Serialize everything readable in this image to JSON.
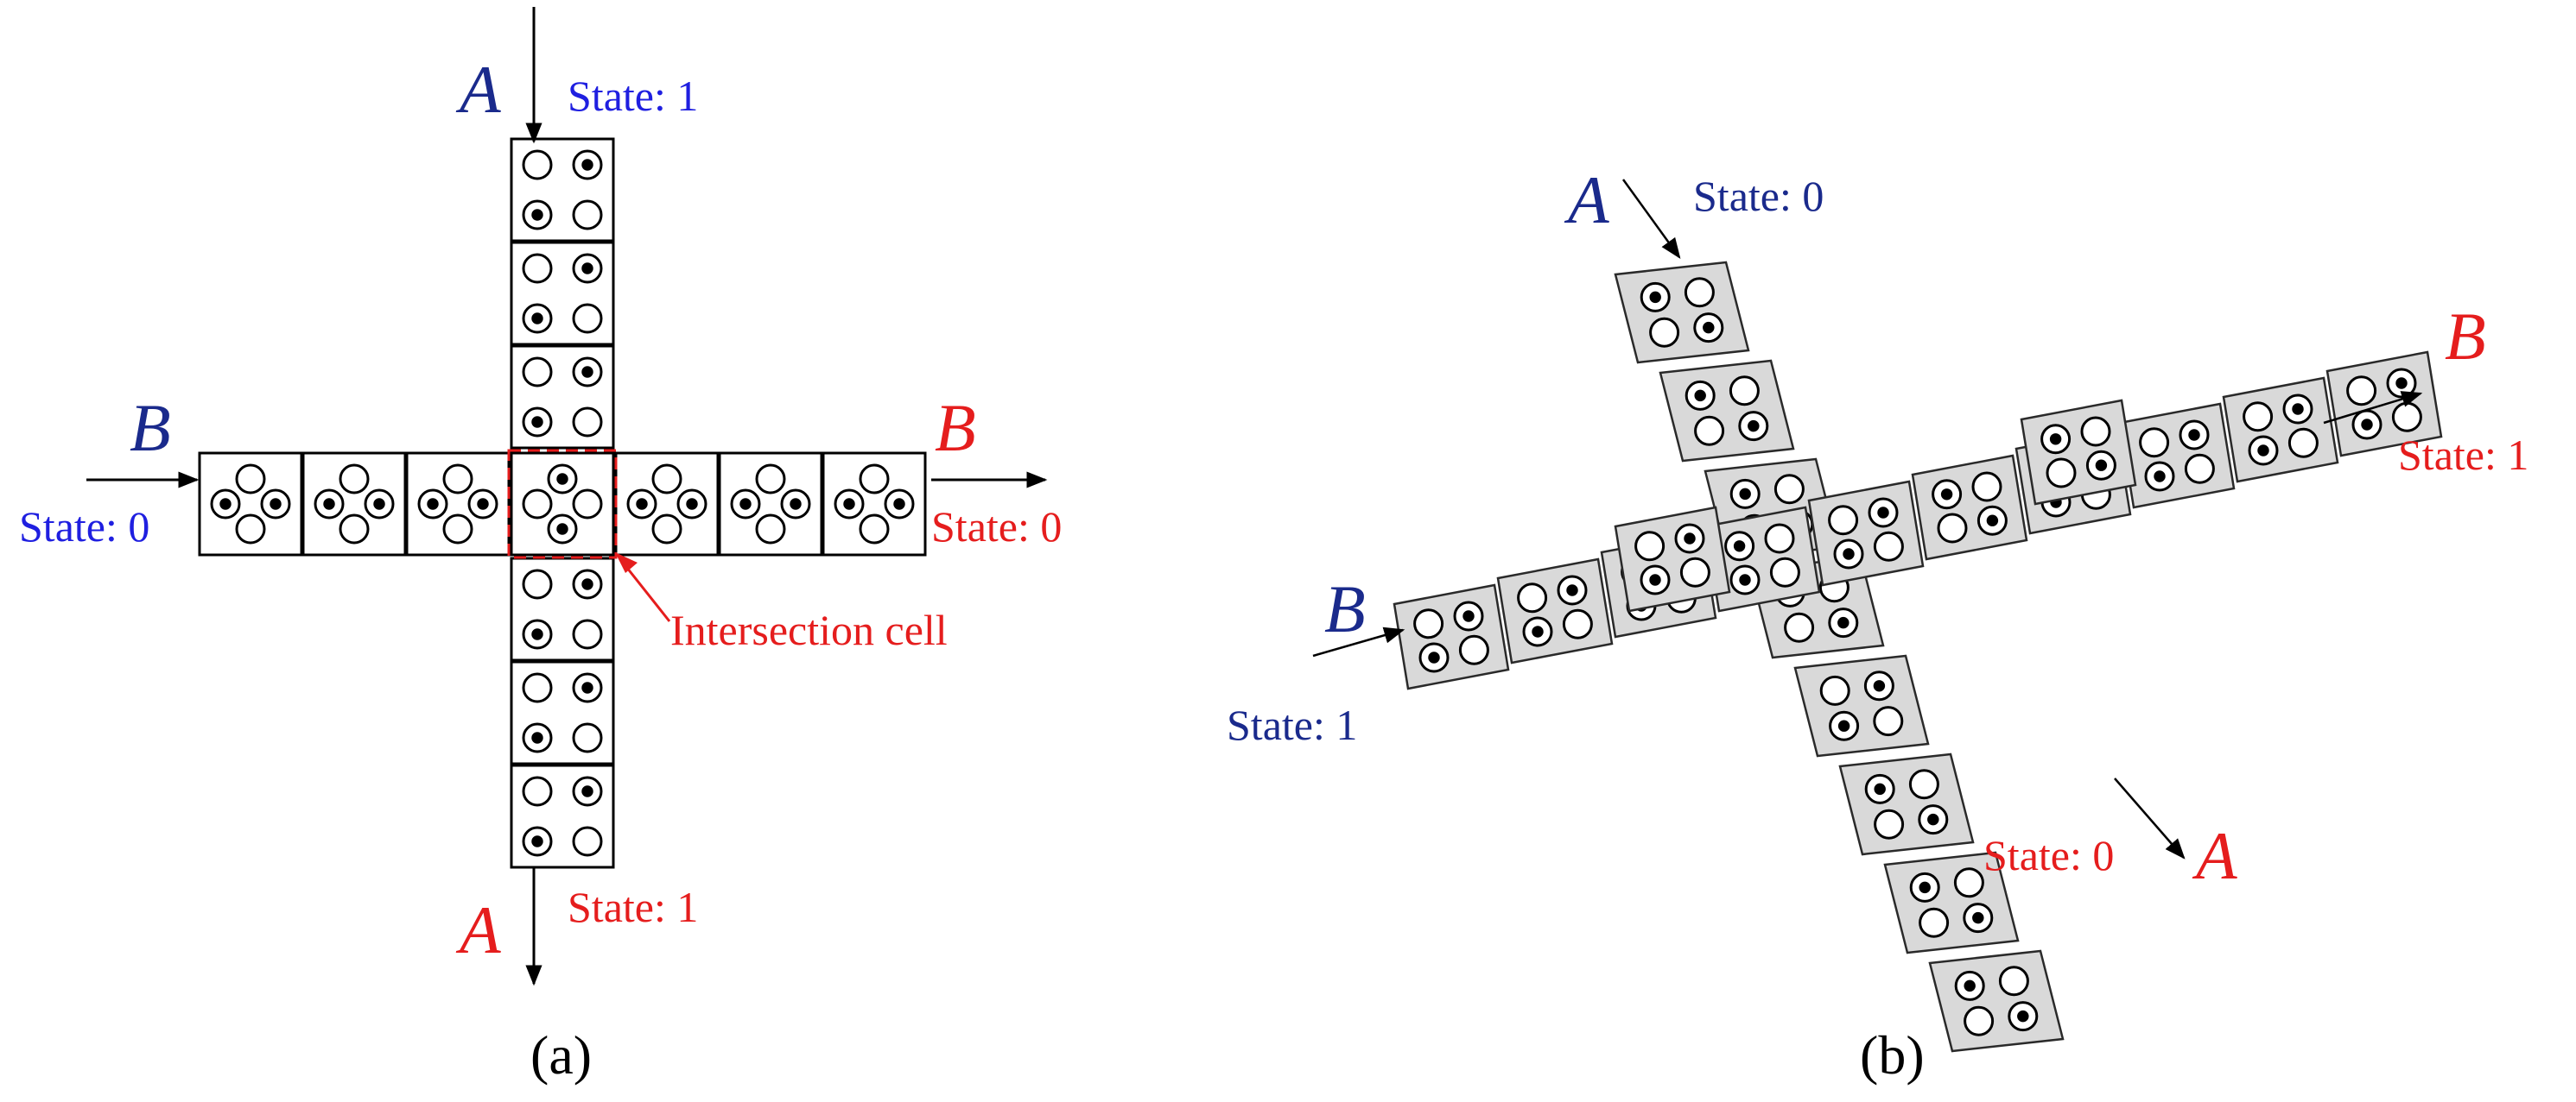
{
  "panel_a": {
    "caption": "(a)",
    "top_input": {
      "letter": "A",
      "state": "State: 1"
    },
    "left_input": {
      "letter": "B",
      "state": "State: 0"
    },
    "right_output": {
      "letter": "B",
      "state": "State: 0"
    },
    "bottom_output": {
      "letter": "A",
      "state": "State: 1"
    },
    "intersection_label": "Intersection cell",
    "colors": {
      "input": "#1f1fe0",
      "output": "#e51d1d",
      "highlight": "#e51d1d"
    },
    "vertical_cells_top": [
      1,
      1,
      1
    ],
    "vertical_cells_bottom": [
      1,
      1,
      1
    ],
    "horizontal_cells_left": [
      0,
      0,
      0
    ],
    "horizontal_cells_right": [
      0,
      0,
      0
    ],
    "intersection_cell": "X"
  },
  "panel_b": {
    "caption": "(b)",
    "top_input": {
      "letter": "A",
      "state": "State: 0"
    },
    "left_input": {
      "letter": "B",
      "state": "State: 1"
    },
    "right_output": {
      "letter": "B",
      "state": "State: 1"
    },
    "bottom_output": {
      "letter": "A",
      "state": "State: 0"
    },
    "colors": {
      "input_letter": "#1a2a8c",
      "output": "#e51d1d",
      "cell_fill": "#d9d9d9"
    }
  }
}
